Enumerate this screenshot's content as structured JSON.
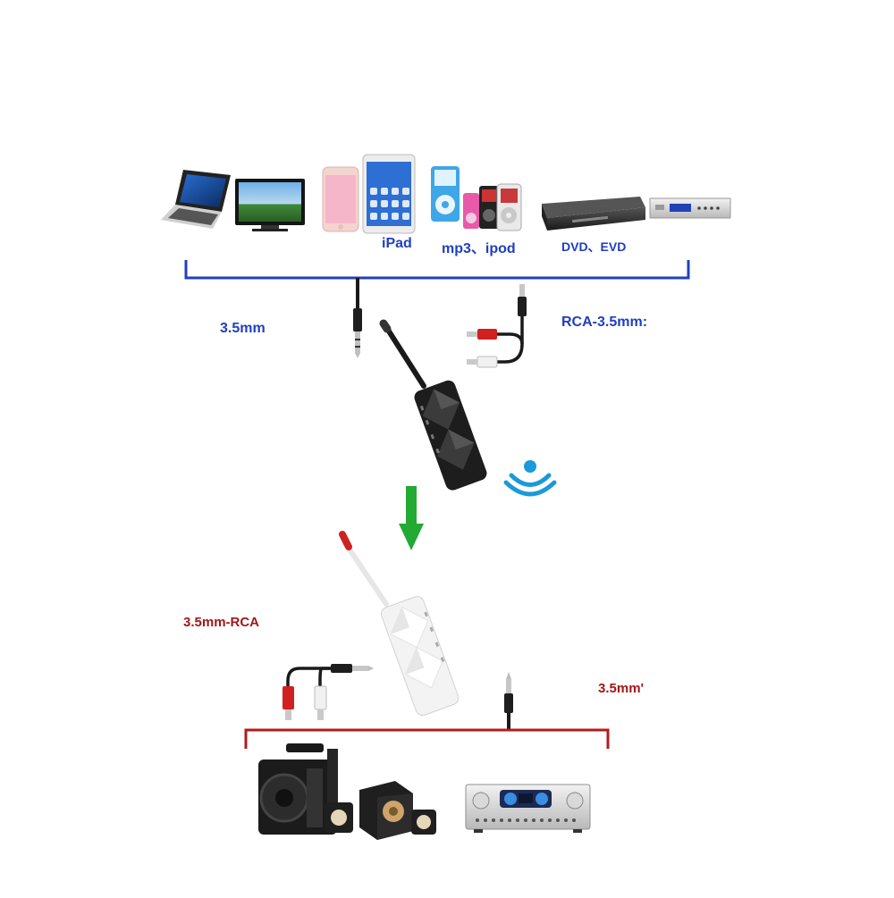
{
  "colors": {
    "source_bracket": "#2040c0",
    "sink_bracket": "#b01c1c",
    "label_blue": "#1f3fbf",
    "label_red": "#a01818",
    "arrow": "#22aa33",
    "signal": "#1a9ad8",
    "transmitter": "#222222",
    "receiver": "#f2f2f2",
    "receiver_antenna_tip": "#cc2222"
  },
  "sources": {
    "device_icons": [
      "laptop-icon",
      "tv-icon",
      "smartphone-icon",
      "tablet-icon",
      "mp3-player-icon",
      "ipod-icon",
      "dvd-player-icon",
      "evd-player-icon"
    ],
    "labels": {
      "ipad": "iPad",
      "mp3_ipod": "mp3、ipod",
      "dvd_evd": "DVD、EVD"
    }
  },
  "cables": {
    "aux_label": "3.5mm",
    "rca_to_aux_label": "RCA-3.5mm:",
    "aux_to_rca_label": "3.5mm-RCA",
    "aux_out_label": "3.5mm'"
  },
  "sinks": {
    "device_icons": [
      "party-speaker-icon",
      "bookshelf-speakers-icon",
      "av-amplifier-icon"
    ]
  }
}
